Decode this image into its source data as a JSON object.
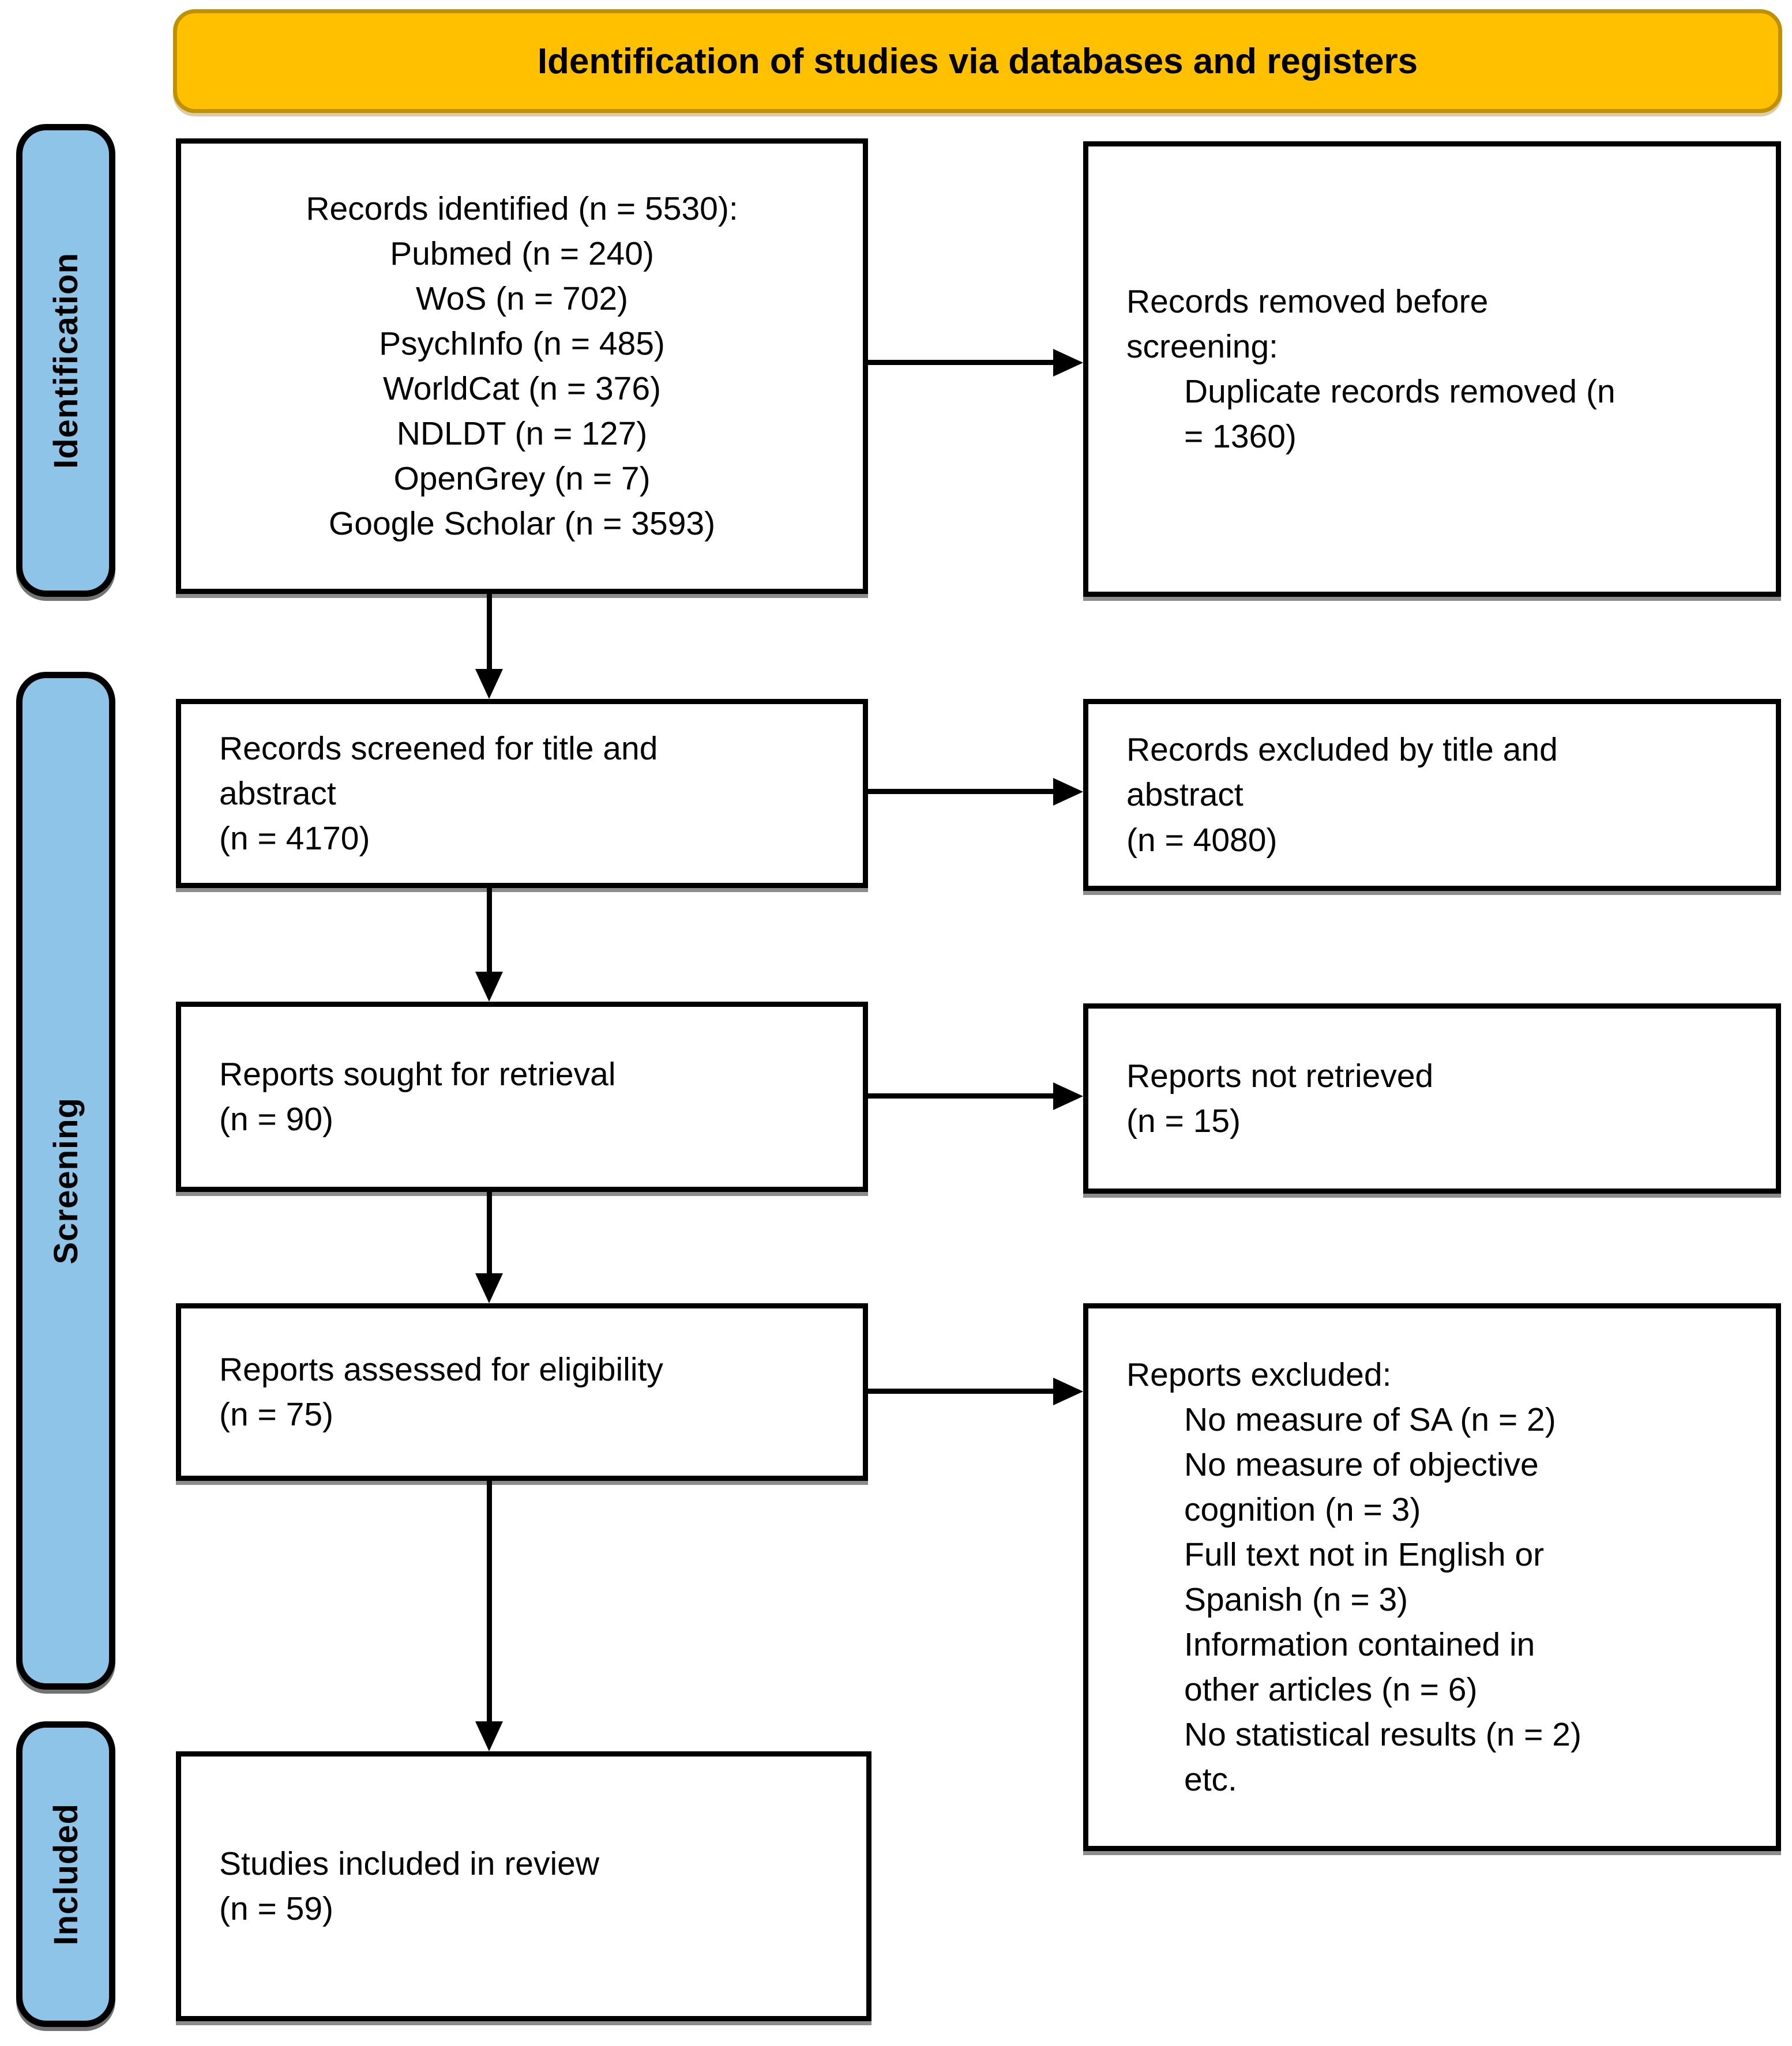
{
  "banner": {
    "title": "Identification of studies via databases and registers"
  },
  "stages": {
    "identification": "Identification",
    "screening": "Screening",
    "included": "Included"
  },
  "colors": {
    "banner_fill": "#FFC000",
    "banner_border": "#BF9000",
    "stage_fill": "#8EC4E8",
    "box_fill": "#FFFFFF",
    "line_color": "#000000"
  },
  "boxes": {
    "records_identified": {
      "lines": [
        "Records identified (n = 5530):",
        "Pubmed (n = 240)",
        "WoS (n = 702)",
        "PsychInfo (n = 485)",
        "WorldCat (n = 376)",
        "NDLDT (n = 127)",
        "OpenGrey (n = 7)",
        "Google Scholar (n = 3593)"
      ]
    },
    "records_removed": {
      "lines": [
        "Records removed before",
        "screening:",
        "Duplicate records removed (n",
        "= 1360)"
      ]
    },
    "records_screened": {
      "lines": [
        "Records screened for title and",
        "abstract",
        "(n = 4170)"
      ]
    },
    "records_excluded_title_abstract": {
      "lines": [
        "Records excluded by title and",
        "abstract",
        "(n = 4080)"
      ]
    },
    "reports_sought": {
      "lines": [
        "Reports sought for retrieval",
        "(n = 90)"
      ]
    },
    "reports_not_retrieved": {
      "lines": [
        "Reports not retrieved",
        "(n = 15)"
      ]
    },
    "reports_assessed": {
      "lines": [
        "Reports assessed for eligibility",
        "(n = 75)"
      ]
    },
    "reports_excluded": {
      "lines": [
        "Reports excluded:",
        "No measure of SA (n = 2)",
        "No measure of objective",
        "cognition (n = 3)",
        "Full text not in English or",
        "Spanish (n = 3)",
        "Information contained in",
        "other articles (n = 6)",
        "No statistical results (n = 2)",
        "etc."
      ]
    },
    "studies_included": {
      "lines": [
        "Studies included in review",
        "(n = 59)"
      ]
    }
  }
}
